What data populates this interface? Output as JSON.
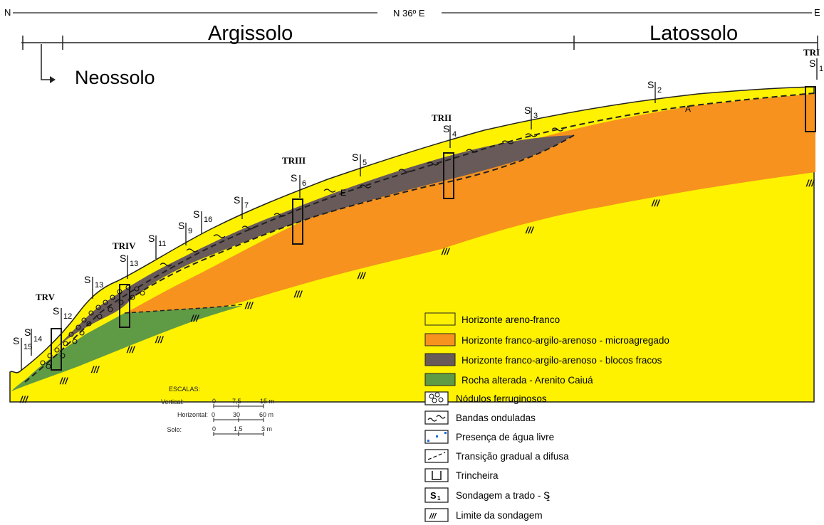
{
  "header": {
    "north_label": "N",
    "bearing_label": "N 36º E",
    "east_label": "E"
  },
  "soil_classes": {
    "argissolo": "Argissolo",
    "latossolo": "Latossolo",
    "neossolo": "Neossolo"
  },
  "trenches": [
    {
      "id": "tri",
      "label": "TRI"
    },
    {
      "id": "trii",
      "label": "TRII"
    },
    {
      "id": "triii",
      "label": "TRIII"
    },
    {
      "id": "triv",
      "label": "TRIV"
    },
    {
      "id": "trv",
      "label": "TRV"
    }
  ],
  "soundings": [
    {
      "id": "s1",
      "label": "S",
      "num": "1"
    },
    {
      "id": "s2",
      "label": "S",
      "num": "2"
    },
    {
      "id": "s3",
      "label": "S",
      "num": "3"
    },
    {
      "id": "s4",
      "label": "S",
      "num": "4"
    },
    {
      "id": "s5",
      "label": "S",
      "num": "5"
    },
    {
      "id": "s6",
      "label": "S",
      "num": "6"
    },
    {
      "id": "s7",
      "label": "S",
      "num": "7"
    },
    {
      "id": "s9",
      "label": "S",
      "num": "9"
    },
    {
      "id": "s16",
      "label": "S",
      "num": "16"
    },
    {
      "id": "s11",
      "label": "S",
      "num": "11"
    },
    {
      "id": "s13a",
      "label": "S",
      "num": "13"
    },
    {
      "id": "s13b",
      "label": "S",
      "num": "13"
    },
    {
      "id": "s12",
      "label": "S",
      "num": "12"
    },
    {
      "id": "s14",
      "label": "S",
      "num": "14"
    },
    {
      "id": "s15",
      "label": "S",
      "num": "15"
    }
  ],
  "horizon_letters": {
    "a": "A",
    "e": "E"
  },
  "scales": {
    "title": "ESCALAS:",
    "rows": [
      {
        "name": "Vertical:",
        "ticks": [
          "0",
          "7,5",
          "15 m"
        ]
      },
      {
        "name": "Horizontal:",
        "ticks": [
          "0",
          "30",
          "60 m"
        ]
      },
      {
        "name": "Solo:",
        "ticks": [
          "0",
          "1,5",
          "3 m"
        ]
      }
    ]
  },
  "legend": [
    {
      "key": "areno-franco",
      "label": "Horizonte areno-franco",
      "color": "#fef200"
    },
    {
      "key": "microagregado",
      "label": "Horizonte franco-argilo-arenoso - microagregado",
      "color": "#f7921e"
    },
    {
      "key": "blocos",
      "label": "Horizonte franco-argilo-arenoso - blocos fracos",
      "color": "#685a59"
    },
    {
      "key": "rocha",
      "label": "Rocha alterada - Arenito Caiuá",
      "color": "#5f9a45"
    },
    {
      "key": "nodulos",
      "label": "Nódulos ferruginosos",
      "symbol": "nodules-icon"
    },
    {
      "key": "bandas",
      "label": "Bandas onduladas",
      "symbol": "wavy-bands-icon"
    },
    {
      "key": "agua",
      "label": "Presença de água livre",
      "symbol": "water-icon"
    },
    {
      "key": "transicao",
      "label": "Transição gradual a difusa",
      "symbol": "transition-icon"
    },
    {
      "key": "trincheira",
      "label": "Trincheira",
      "symbol": "trench-icon"
    },
    {
      "key": "sondagem",
      "label": "Sondagem a trado - S",
      "symbol": "auger-icon",
      "symbol_text": "S",
      "sub": "1"
    },
    {
      "key": "limite",
      "label": "Limite da sondagem",
      "symbol": "limit-icon"
    }
  ]
}
